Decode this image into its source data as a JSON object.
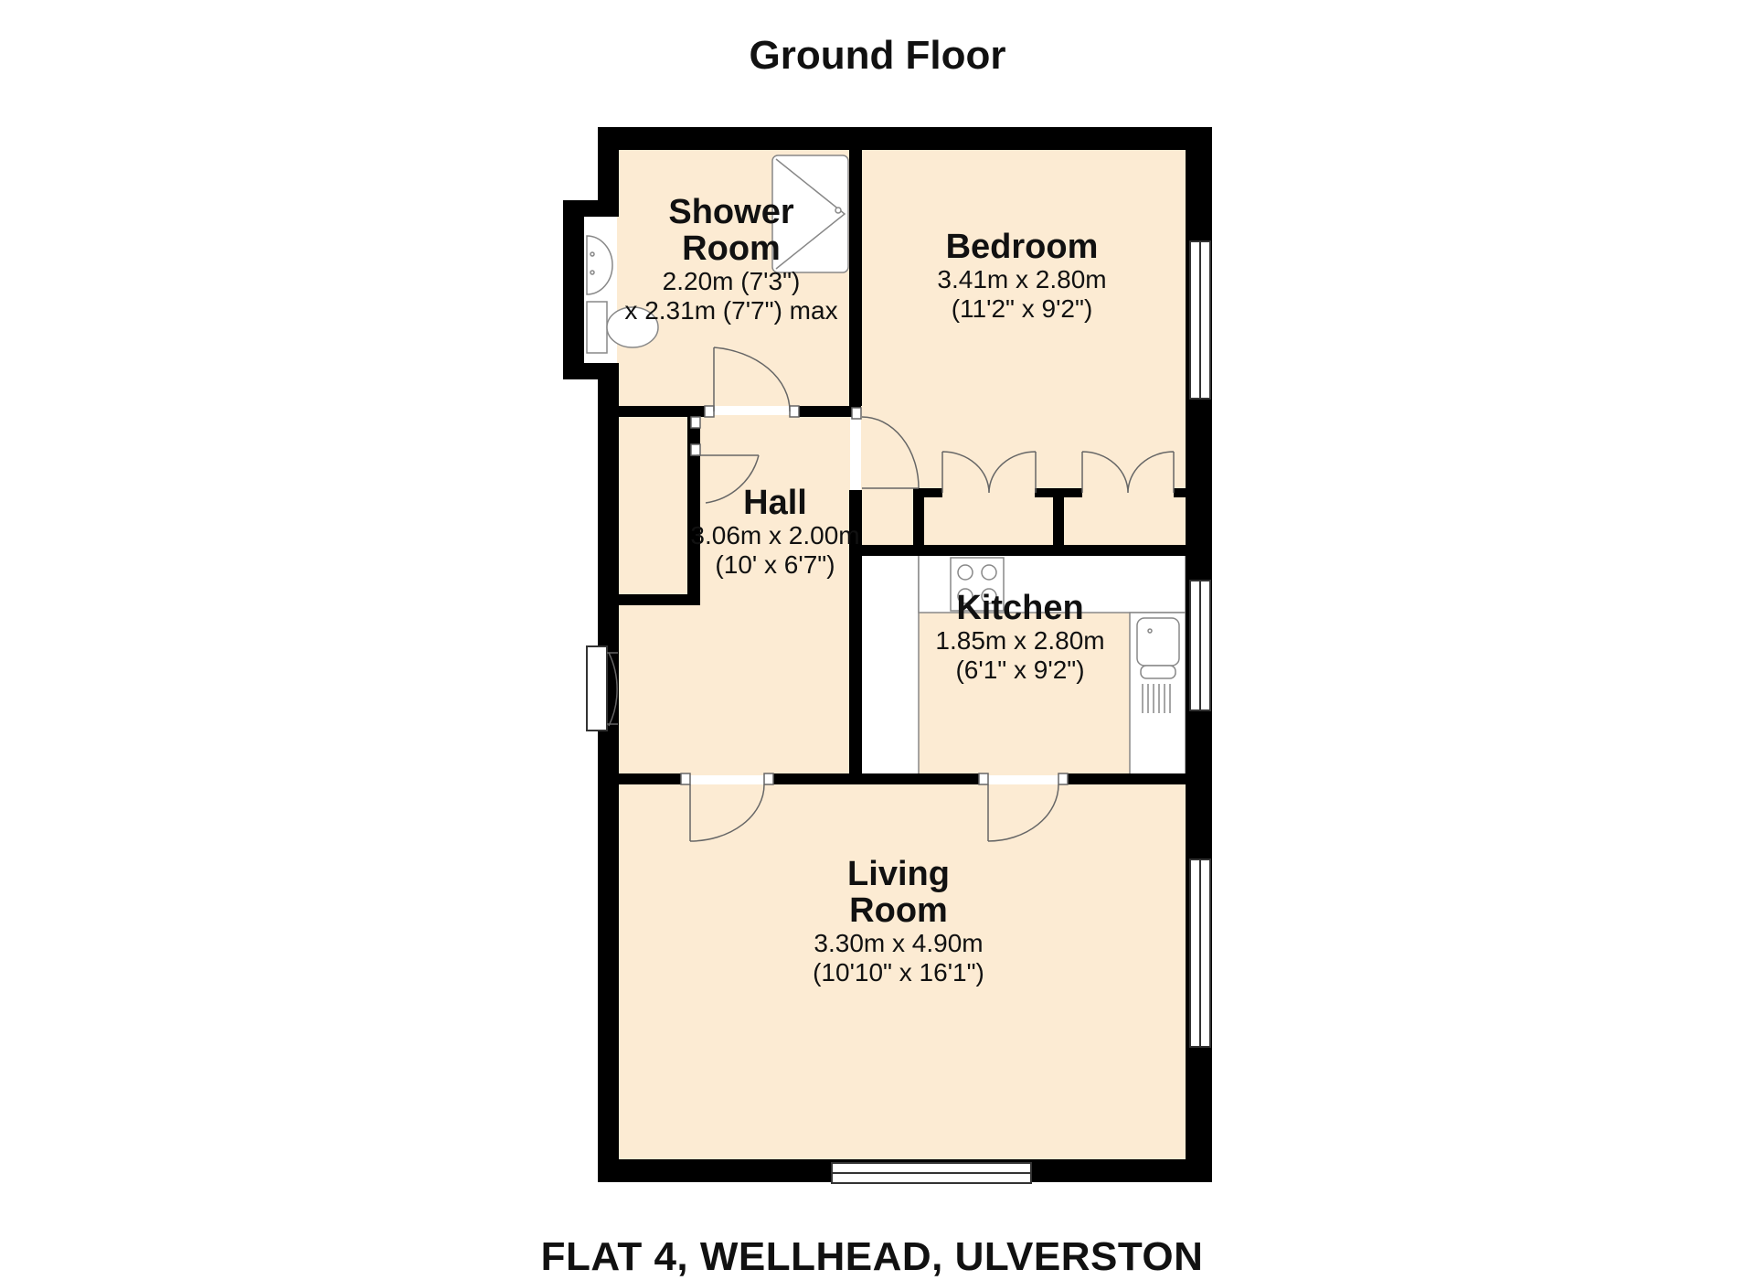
{
  "header": {
    "title": "Ground Floor"
  },
  "footer": {
    "address": "FLAT 4, WELLHEAD, ULVERSTON"
  },
  "colors": {
    "floor": "#FCEBD3",
    "wall": "#000000",
    "fixture": "#FFFFFF",
    "fixture_line": "#999999"
  },
  "rooms": {
    "shower": {
      "name_line1": "Shower",
      "name_line2": "Room",
      "dim_line1": "2.20m (7'3\")",
      "dim_line2": "x 2.31m (7'7\") max"
    },
    "bedroom": {
      "name": "Bedroom",
      "dim_line1": "3.41m x 2.80m",
      "dim_line2": "(11'2\" x 9'2\")"
    },
    "hall": {
      "name": "Hall",
      "dim_line1": "3.06m x 2.00m",
      "dim_line2": "(10' x 6'7\")"
    },
    "kitchen": {
      "name": "Kitchen",
      "dim_line1": "1.85m x 2.80m",
      "dim_line2": "(6'1\" x 9'2\")"
    },
    "living": {
      "name_line1": "Living",
      "name_line2": "Room",
      "dim_line1": "3.30m x 4.90m",
      "dim_line2": "(10'10\" x 16'1\")"
    }
  }
}
